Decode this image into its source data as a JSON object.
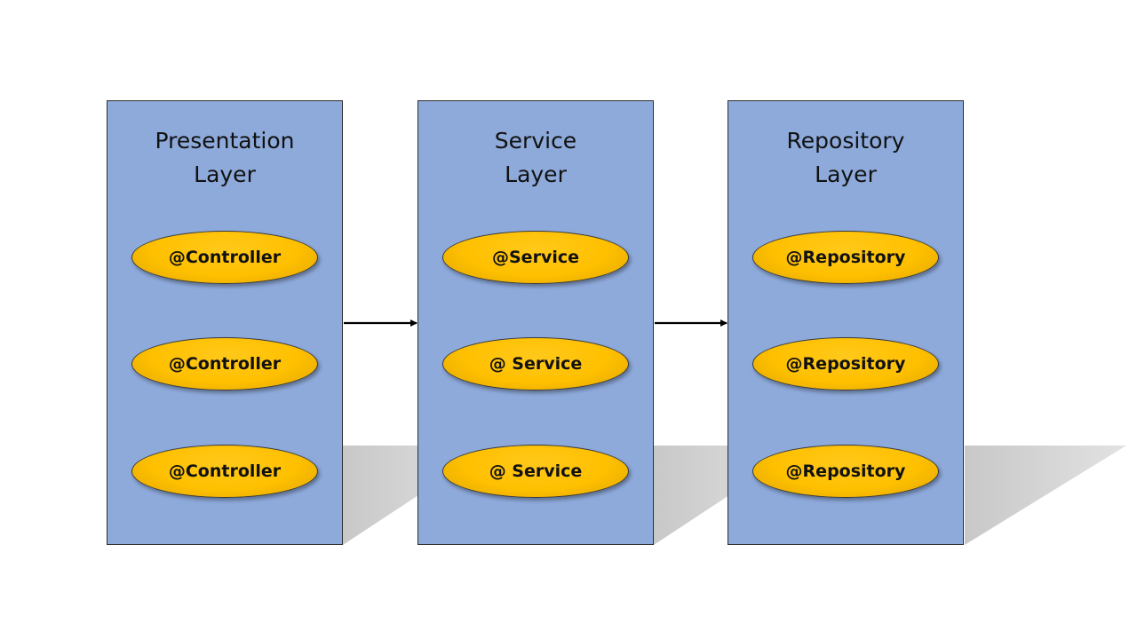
{
  "layers": [
    {
      "title_line1": "Presentation",
      "title_line2": "Layer",
      "beans": [
        "@Controller",
        "@Controller",
        "@Controller"
      ]
    },
    {
      "title_line1": "Service",
      "title_line2": "Layer",
      "beans": [
        "@Service",
        "@ Service",
        "@ Service"
      ]
    },
    {
      "title_line1": "Repository",
      "title_line2": "Layer",
      "beans": [
        "@Repository",
        "@Repository",
        "@Repository"
      ]
    }
  ],
  "colors": {
    "layer_fill": "#8eaadb",
    "bean_fill": "#ffc000",
    "arrow": "#000000"
  }
}
